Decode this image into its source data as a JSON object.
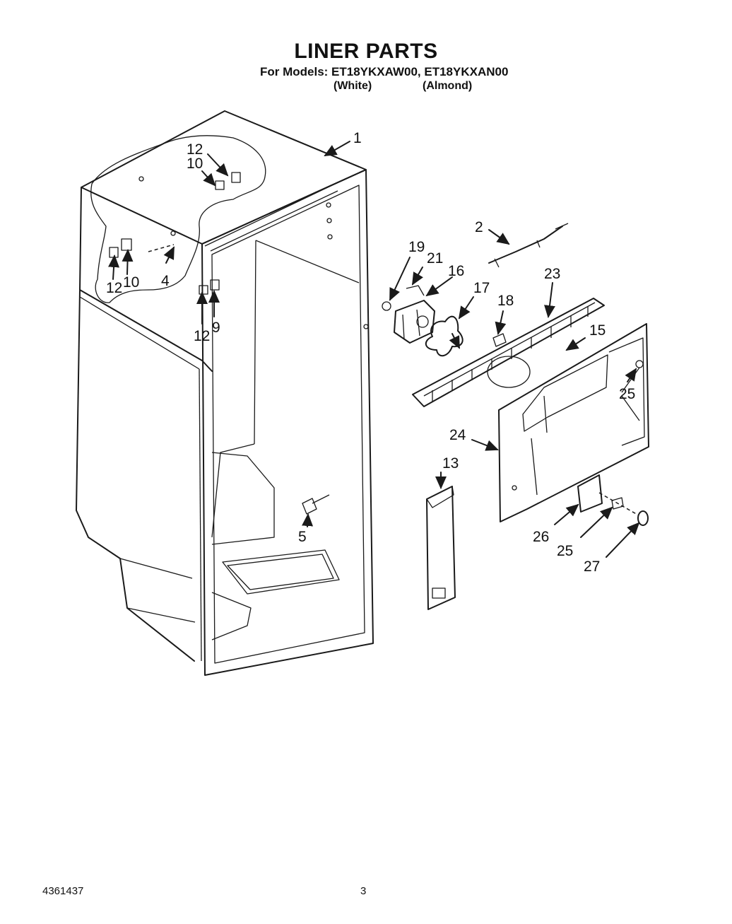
{
  "header": {
    "title": "LINER PARTS",
    "models_line": "For Models: ET18YKXAW00, ET18YKXAN00",
    "variant_white": "(White)",
    "variant_almond": "(Almond)"
  },
  "callouts": [
    {
      "id": "c1",
      "label": "1"
    },
    {
      "id": "c2",
      "label": "2"
    },
    {
      "id": "c4",
      "label": "4"
    },
    {
      "id": "c5",
      "label": "5"
    },
    {
      "id": "c9",
      "label": "9"
    },
    {
      "id": "c10a",
      "label": "10"
    },
    {
      "id": "c10b",
      "label": "10"
    },
    {
      "id": "c12a",
      "label": "12"
    },
    {
      "id": "c12b",
      "label": "12"
    },
    {
      "id": "c12c",
      "label": "12"
    },
    {
      "id": "c13",
      "label": "13"
    },
    {
      "id": "c15",
      "label": "15"
    },
    {
      "id": "c16",
      "label": "16"
    },
    {
      "id": "c17",
      "label": "17"
    },
    {
      "id": "c18",
      "label": "18"
    },
    {
      "id": "c19",
      "label": "19"
    },
    {
      "id": "c21",
      "label": "21"
    },
    {
      "id": "c23",
      "label": "23"
    },
    {
      "id": "c24",
      "label": "24"
    },
    {
      "id": "c25a",
      "label": "25"
    },
    {
      "id": "c25b",
      "label": "25"
    },
    {
      "id": "c26",
      "label": "26"
    },
    {
      "id": "c27",
      "label": "27"
    }
  ],
  "footer": {
    "doc_number": "4361437",
    "page_number": "3"
  }
}
